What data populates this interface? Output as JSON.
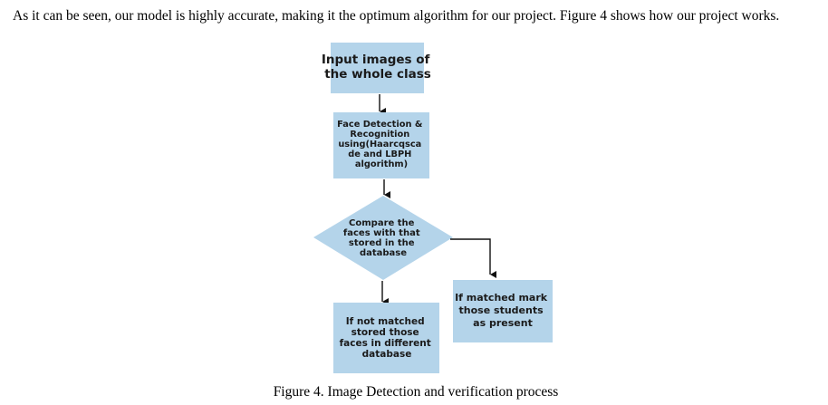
{
  "paragraph": "As it can be seen, our model is highly accurate, making it the optimum algorithm for our project. Figure 4 shows how our project works.",
  "caption": "Figure 4. Image Detection and verification process",
  "colors": {
    "box_fill": "#b4d4ea",
    "diamond_fill": "#b4d4ea",
    "arrow": "#111111"
  },
  "flowchart": {
    "input": [
      "Input images of",
      "the whole class"
    ],
    "detect": [
      "Face Detection &",
      "Recognition",
      "using(Haarcqsca",
      "de and LBPH",
      "algorithm)"
    ],
    "compare": [
      "Compare the",
      "faces with that",
      "stored in the",
      "database"
    ],
    "not_matched": [
      "If not matched",
      "stored those",
      "faces in different",
      "database"
    ],
    "matched": [
      "If matched mark",
      "those students",
      "as present"
    ]
  }
}
